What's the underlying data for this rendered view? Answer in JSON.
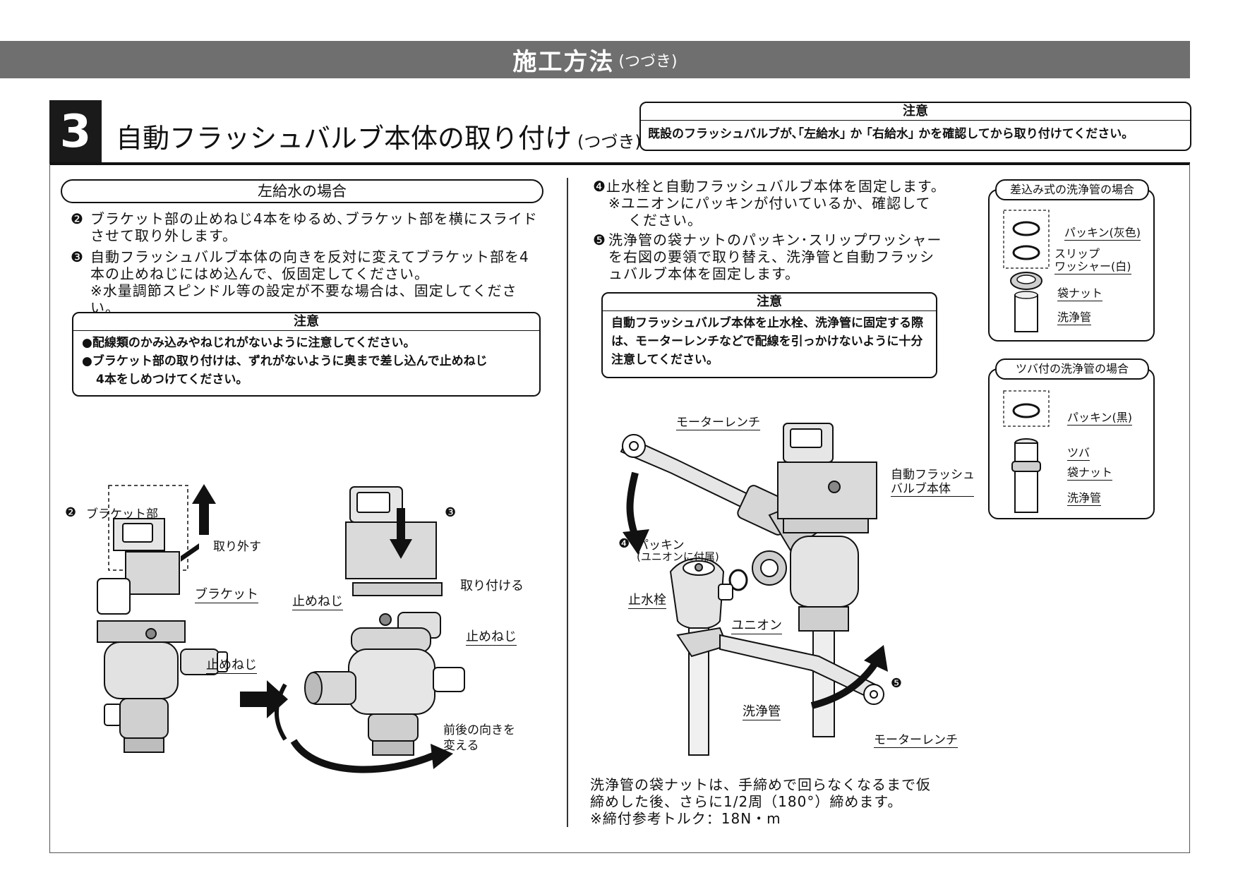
{
  "header": {
    "title": "施工方法",
    "subtitle": "(つづき)"
  },
  "step": {
    "number": "3",
    "title": "自動フラッシュバルブ本体の取り付け",
    "subtitle": "(つづき)"
  },
  "top_caution": {
    "title": "注意",
    "text": "既設のフラッシュバルブが､｢左給水｣ か ｢右給水｣ かを確認してから取り付けてください。"
  },
  "left": {
    "section_title": "左給水の場合",
    "step2_mark": "❷",
    "step2_text": "ブラケット部の止めねじ4本をゆるめ､ブラケット部を横にスライドさせて取り外します。",
    "step3_mark": "❸",
    "step3_text": "自動フラッシュバルブ本体の向きを反対に変えてブラケット部を4本の止めねじにはめ込んで、仮固定してください。",
    "step3_note": "※水量調節スピンドル等の設定が不要な場合は、固定してください。",
    "caution_title": "注意",
    "caution_line1": "●配線類のかみ込みやねじれがないように注意してください。",
    "caution_line2": "●ブラケット部の取り付けは、ずれがないように奥まで差し込んで止めねじ",
    "caution_line3": "4本をしめつけてください。",
    "fig": {
      "mark2": "❷",
      "mark3": "❸",
      "bracket_part": "ブラケット部",
      "remove": "取り外す",
      "bracket": "ブラケット",
      "screw": "止めねじ",
      "screw2": "止めねじ",
      "screw3": "止めねじ",
      "attach": "取り付ける",
      "reverse1": "前後の向きを",
      "reverse2": "変える"
    }
  },
  "right": {
    "step4_text": "❹止水栓と自動フラッシュバルブ本体を固定します。",
    "step4_note1": "※ユニオンにパッキンが付いているか、確認して",
    "step4_note2": "ください。",
    "step5_mark": "❺",
    "step5_text": "洗浄管の袋ナットのパッキン･スリップワッシャーを右図の要領で取り替え、洗浄管と自動フラッシュバルブ本体を固定します。",
    "caution_title": "注意",
    "caution_text": "自動フラッシュバルブ本体を止水栓、洗浄管に固定する際は、モーターレンチなどで配線を引っかけないように十分注意してください。",
    "fig": {
      "motor_wrench_top": "モーターレンチ",
      "valve_body1": "自動フラッシュ",
      "valve_body2": "バルブ本体",
      "mark4": "❹",
      "packing": "パッキン",
      "packing_note": "(ユニオンに付属)",
      "stop_valve": "止水栓",
      "union": "ユニオン",
      "mark5": "❺",
      "flush_pipe": "洗浄管",
      "motor_wrench_bottom": "モーターレンチ"
    },
    "bottom_note1": "洗浄管の袋ナットは、手締めで回らなくなるまで仮",
    "bottom_note2": "締めした後、さらに1/2周（180°）締めます。",
    "bottom_note3": "※締付参考トルク：18N・m"
  },
  "side1": {
    "title": "差込み式の洗浄管の場合",
    "packing": "パッキン(灰色)",
    "slip1": "スリップ",
    "slip2": "ワッシャー(白)",
    "nut": "袋ナット",
    "pipe": "洗浄管"
  },
  "side2": {
    "title": "ツバ付の洗浄管の場合",
    "packing": "パッキン(黒)",
    "flange": "ツバ",
    "nut": "袋ナット",
    "pipe": "洗浄管"
  }
}
